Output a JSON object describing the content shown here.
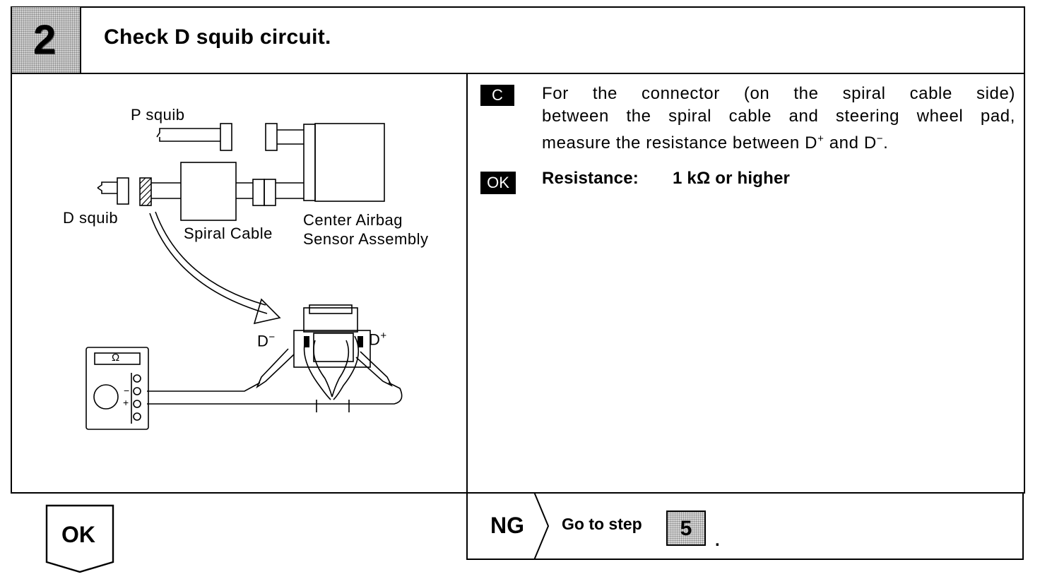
{
  "header": {
    "step_number": "2",
    "title": "Check D squib circuit."
  },
  "diagram": {
    "labels": {
      "p_squib": "P squib",
      "d_squib": "D squib",
      "spiral_cable": "Spiral Cable",
      "center_airbag_line1": "Center Airbag",
      "center_airbag_line2": "Sensor Assembly",
      "d_minus": "D",
      "d_minus_sup": "−",
      "d_plus": "D",
      "d_plus_sup": "+",
      "ohm_symbol": "Ω",
      "meter_minus": "−",
      "meter_plus": "+"
    }
  },
  "instruction": {
    "c_tag": "C",
    "line1": "For the connector (on the spiral cable side)",
    "line2": "between the spiral cable and steering wheel pad,",
    "line3_pre": "measure the resistance between D",
    "line3_sup1": "+",
    "line3_mid": " and D",
    "line3_sup2": "−",
    "line3_end": ".",
    "ok_tag": "OK",
    "spec_label": "Resistance:",
    "spec_value": "1 kΩ or higher"
  },
  "footer": {
    "ok_label": "OK",
    "ng_label": "NG",
    "go_to_step": "Go to step",
    "step_ref": "5",
    "period": "."
  }
}
